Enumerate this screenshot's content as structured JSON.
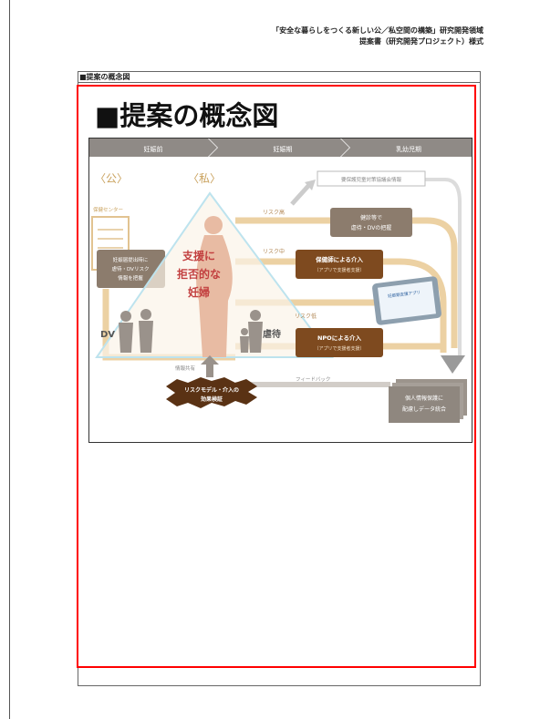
{
  "header": {
    "line1": "「安全な暮らしをつくる新しい公／私空間の構築」研究開発領域",
    "line2": "提案書（研究開発プロジェクト）様式"
  },
  "section_label": "■提案の概念図",
  "main_title": "■提案の概念図",
  "diagram": {
    "phases": [
      "妊娠前",
      "妊娠期",
      "乳幼児期"
    ],
    "public_label": "〈公〉",
    "private_label": "〈私〉",
    "health_center": "保健センター",
    "health_center_info": [
      "妊娠届提出時に",
      "虐待・DVリスク",
      "情報を把握"
    ],
    "center_lines": [
      "支援に",
      "拒否的な",
      "妊婦"
    ],
    "dv_label": "DV",
    "abuse_label": "虐待",
    "risk_high": "リスク高",
    "risk_mid": "リスク中",
    "risk_low": "リスク低",
    "council_info": "要保護児童対策協議会情報",
    "checkup_lines": [
      "健診等で",
      "虐待・DVの把握"
    ],
    "nurse_lines": [
      "保健師による介入",
      "（アプリで支援者支援）"
    ],
    "npo_lines": [
      "NPOによる介入",
      "（アプリで支援者支援）"
    ],
    "app_screen_label": "妊娠期支援アプリ",
    "info_share": "情報共有",
    "feedback": "フィードバック",
    "risk_model_lines": [
      "リスクモデル・介入の",
      "効果検証"
    ],
    "privacy_lines": [
      "個人情報保護に",
      "配慮しデータ統合"
    ]
  }
}
